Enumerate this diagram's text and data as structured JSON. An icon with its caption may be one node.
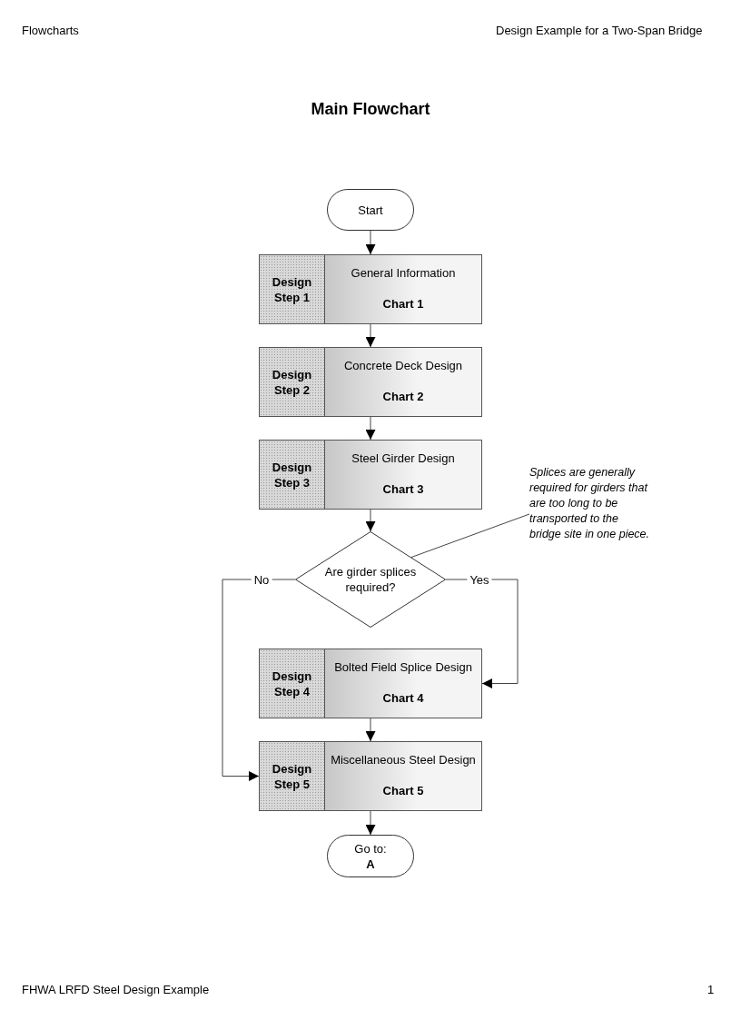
{
  "diagram": {
    "title": "Main Flowchart",
    "nodes": [
      {
        "text": [
          "Start"
        ]
      },
      {
        "text": [
          "Design Step 1",
          "General Information",
          "Chart 1"
        ]
      },
      {
        "text": [
          "Design Step 2",
          "Concrete Deck Design",
          "Chart 2"
        ]
      },
      {
        "text": [
          "Design Step 3",
          "Steel Girder Design",
          "Chart 3"
        ]
      },
      {
        "text": [
          "Are girder splices required?"
        ]
      },
      {
        "text": [
          "Splices are generally required for girders that are too long to be transported to the bridge site in one piece."
        ]
      },
      {
        "text": [
          "Design Step 4",
          "Bolted Field Splice Design",
          "Chart 4"
        ]
      },
      {
        "text": [
          "Design Step 5",
          "Miscellaneous Steel Design",
          "Chart 5"
        ]
      },
      {
        "text": [
          "Go to:",
          "A"
        ]
      }
    ],
    "edges": [
      {
        "from": 0,
        "to": 1,
        "arrow": "to"
      },
      {
        "from": 1,
        "to": 2,
        "arrow": "to"
      },
      {
        "from": 2,
        "to": 3,
        "arrow": "to"
      },
      {
        "from": 3,
        "to": 4,
        "arrow": "to"
      },
      {
        "from": 4,
        "to": 6,
        "arrow": "to",
        "label": "Yes"
      },
      {
        "from": 4,
        "to": 7,
        "arrow": "to",
        "label": "No"
      },
      {
        "from": 6,
        "to": 7,
        "arrow": "to"
      },
      {
        "from": 7,
        "to": 8,
        "arrow": "to"
      },
      {
        "from": 5,
        "to": 4,
        "arrow": "none"
      }
    ],
    "labels": [
      "Flowcharts",
      "Design Example for a Two-Span Bridge",
      "FHWA LRFD Steel Design Example",
      "1"
    ]
  }
}
